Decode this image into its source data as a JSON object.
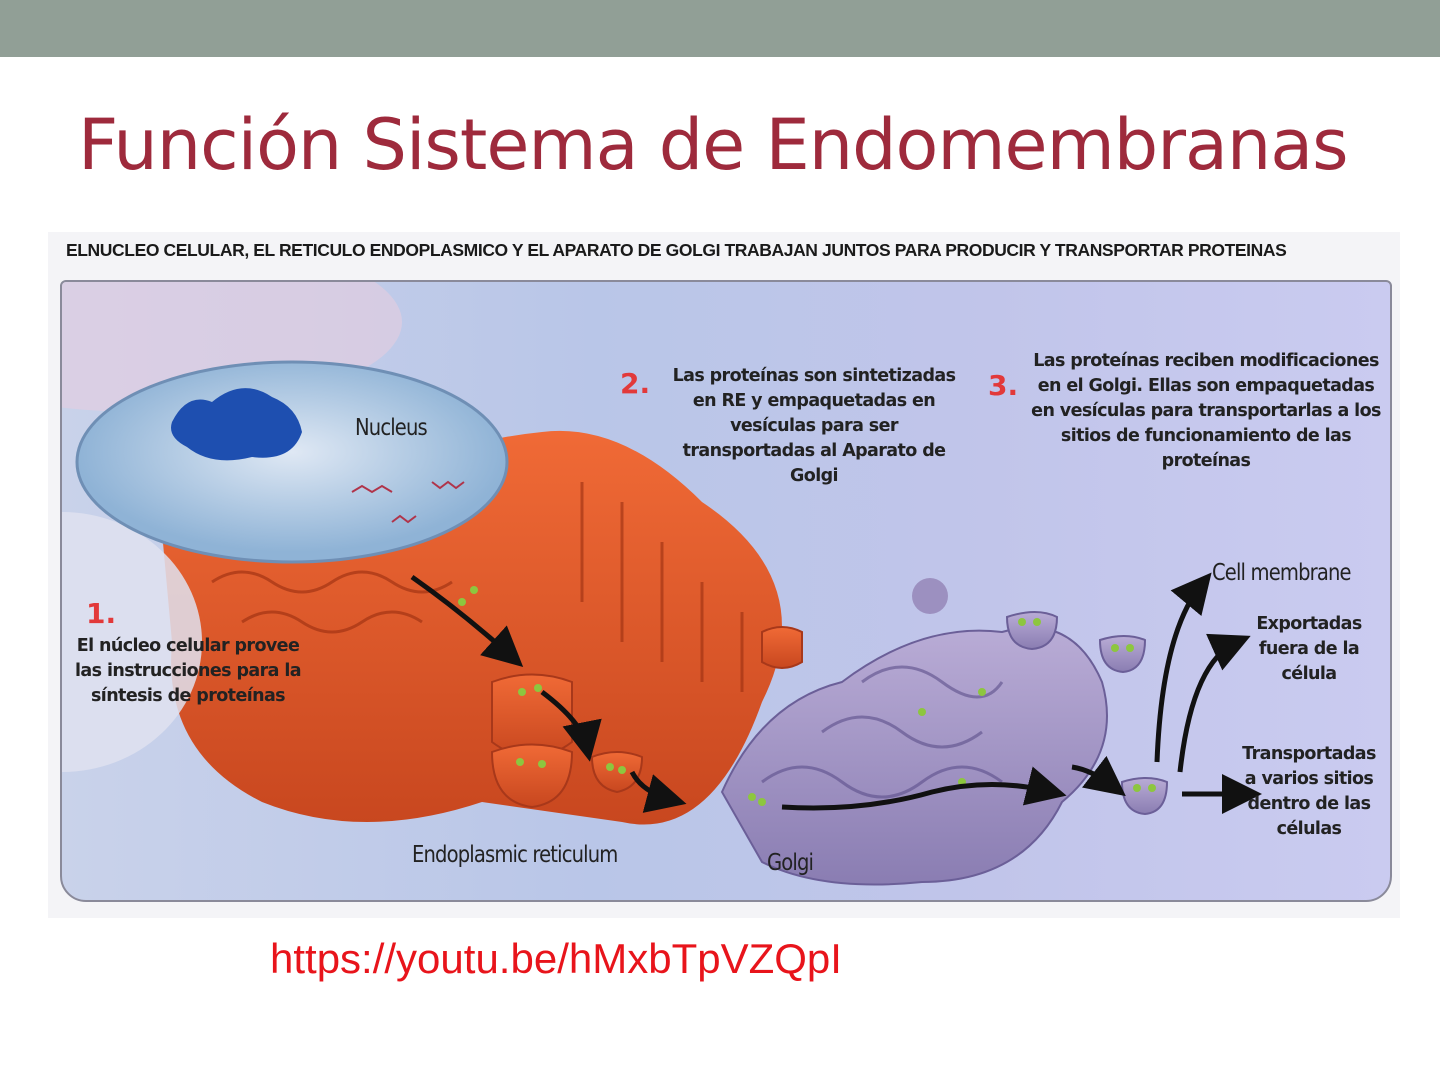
{
  "slide": {
    "title": "Función Sistema de Endomembranas",
    "link": "https://youtu.be/hMxbTpVZQpI"
  },
  "figure": {
    "heading": "ELNUCLEO CELULAR, EL RETICULO ENDOPLASMICO Y EL APARATO DE GOLGI TRABAJAN JUNTOS PARA PRODUCIR Y TRANSPORTAR PROTEINAS",
    "organelles": {
      "nucleus": "Nucleus",
      "er": "Endoplasmic reticulum",
      "golgi": "Golgi",
      "membrane": "Cell membrane"
    },
    "steps": [
      {
        "number": "1.",
        "text": "El núcleo celular provee las instrucciones para la síntesis de proteínas"
      },
      {
        "number": "2.",
        "text": "Las proteínas son sintetizadas en RE y empaquetadas en vesículas para ser transportadas al Aparato de Golgi"
      },
      {
        "number": "3.",
        "text": "Las proteínas reciben modificaciones en el Golgi. Ellas son empaquetadas en vesículas para transportarlas a los sitios de funcionamiento de las proteínas"
      }
    ],
    "outcomes": [
      "Exportadas fuera de la célula",
      "Transportadas a varios sitios dentro de las células"
    ],
    "colors": {
      "title": "#9e2a3c",
      "step_number": "#e2393a",
      "er": "#e8552a",
      "golgi": "#a898c8",
      "link": "#e8141b"
    }
  }
}
